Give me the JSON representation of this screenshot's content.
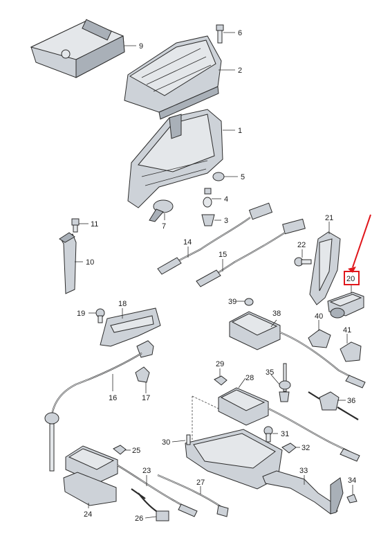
{
  "callouts": [
    {
      "id": "c1",
      "label": "1"
    },
    {
      "id": "c2",
      "label": "2"
    },
    {
      "id": "c3",
      "label": "3"
    },
    {
      "id": "c4",
      "label": "4"
    },
    {
      "id": "c5",
      "label": "5"
    },
    {
      "id": "c6",
      "label": "6"
    },
    {
      "id": "c7",
      "label": "7"
    },
    {
      "id": "c9",
      "label": "9"
    },
    {
      "id": "c10",
      "label": "10"
    },
    {
      "id": "c11",
      "label": "11"
    },
    {
      "id": "c14",
      "label": "14"
    },
    {
      "id": "c15",
      "label": "15"
    },
    {
      "id": "c16",
      "label": "16"
    },
    {
      "id": "c17",
      "label": "17"
    },
    {
      "id": "c18",
      "label": "18"
    },
    {
      "id": "c19",
      "label": "19"
    },
    {
      "id": "c20",
      "label": "20"
    },
    {
      "id": "c21",
      "label": "21"
    },
    {
      "id": "c22",
      "label": "22"
    },
    {
      "id": "c23",
      "label": "23"
    },
    {
      "id": "c24",
      "label": "24"
    },
    {
      "id": "c25",
      "label": "25"
    },
    {
      "id": "c26",
      "label": "26"
    },
    {
      "id": "c27",
      "label": "27"
    },
    {
      "id": "c28",
      "label": "28"
    },
    {
      "id": "c29",
      "label": "29"
    },
    {
      "id": "c30",
      "label": "30"
    },
    {
      "id": "c31",
      "label": "31"
    },
    {
      "id": "c32",
      "label": "32"
    },
    {
      "id": "c33",
      "label": "33"
    },
    {
      "id": "c34",
      "label": "34"
    },
    {
      "id": "c35",
      "label": "35"
    },
    {
      "id": "c36",
      "label": "36"
    },
    {
      "id": "c38",
      "label": "38"
    },
    {
      "id": "c39",
      "label": "39"
    },
    {
      "id": "c40",
      "label": "40"
    },
    {
      "id": "c41",
      "label": "41"
    }
  ],
  "highlight": {
    "callout": "c20",
    "color": "#e0161b"
  },
  "colors": {
    "line": "#2b2b2b",
    "part_fill": "#cdd2d8",
    "highlight": "#e0161b"
  }
}
